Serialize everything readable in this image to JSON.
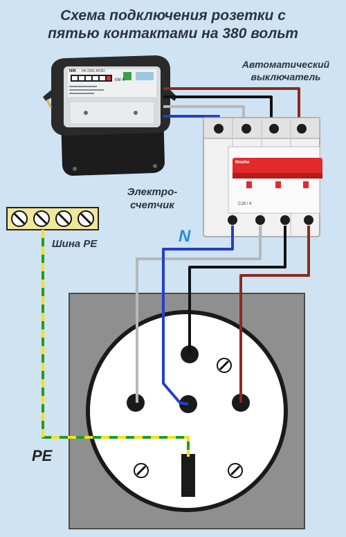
{
  "title": {
    "line1": "Схема подключения розетки с",
    "line2": "пятью контактами на 380 вольт"
  },
  "labels": {
    "breaker_line1": "Автоматический",
    "breaker_line2": "выключатель",
    "meter_line1": "Электро-",
    "meter_line2": "счетчик",
    "pe_bus": "Шина PE",
    "neutral": "N",
    "pe": "PE"
  },
  "meter": {
    "model": "НК 2301 АП3D",
    "unit": "kW·h",
    "brand": "NIK"
  },
  "breaker": {
    "brand": "Moeller",
    "rating": "C16 / 4"
  },
  "colors": {
    "background": "#cfe3f2",
    "wire_brown": "#8b2a1e",
    "wire_black": "#111111",
    "wire_grey": "#b8b8b8",
    "wire_blue": "#2340c8",
    "wire_pe_green": "#1f9a2e",
    "wire_pe_yellow": "#f4e21a",
    "socket_plate": "#8f8f8f",
    "breaker_red": "#e32a2a"
  }
}
